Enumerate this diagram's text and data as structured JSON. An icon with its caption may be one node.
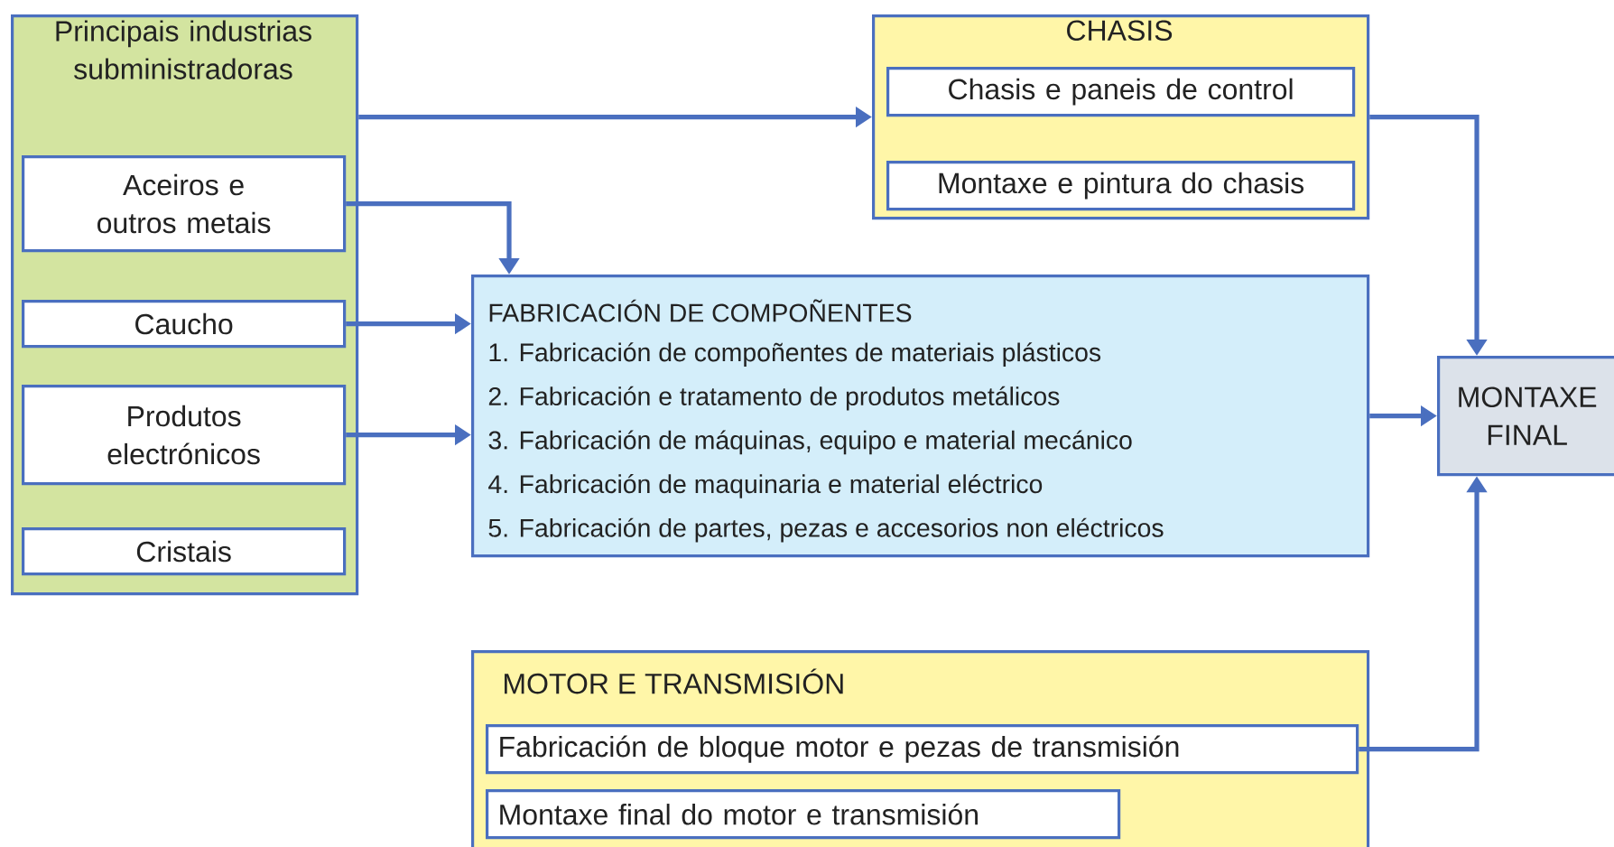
{
  "diagram": {
    "nodes": [
      {
        "text": [
          "Principais industrias subministradoras"
        ]
      },
      {
        "text": [
          "Aceiros e outros metais"
        ],
        "in": 0
      },
      {
        "text": [
          "Caucho"
        ],
        "in": 0
      },
      {
        "text": [
          "Produtos electrónicos"
        ],
        "in": 0
      },
      {
        "text": [
          "Cristais"
        ],
        "in": 0
      },
      {
        "text": [
          "CHASIS"
        ]
      },
      {
        "text": [
          "Chasis e paneis de control"
        ],
        "in": 5
      },
      {
        "text": [
          "Montaxe e pintura do chasis"
        ],
        "in": 5
      },
      {
        "text": [
          "FABRICACIÓN DE COMPOÑENTES",
          "1. Fabricación de compoñentes de materiais plásticos",
          "2. Fabricación e tratamento de produtos metálicos",
          "3. Fabricación de máquinas, equipo e material mecánico",
          "4. Fabricación de maquinaria e material eléctrico",
          "5. Fabricación de partes, pezas e accesorios non eléctricos"
        ]
      },
      {
        "text": [
          "MONTAXE FINAL"
        ]
      },
      {
        "text": [
          "MOTOR E TRANSMISIÓN"
        ]
      },
      {
        "text": [
          "Fabricación de bloque motor e pezas de transmisión"
        ],
        "in": 10
      },
      {
        "text": [
          "Montaxe final do motor e transmisión"
        ],
        "in": 10
      }
    ],
    "edges": [
      {
        "from": 0,
        "to": 5,
        "arrow": "to"
      },
      {
        "from": 1,
        "to": 8,
        "arrow": "to"
      },
      {
        "from": 2,
        "to": 8,
        "arrow": "to"
      },
      {
        "from": 3,
        "to": 8,
        "arrow": "to"
      },
      {
        "from": 5,
        "to": 9,
        "arrow": "to"
      },
      {
        "from": 8,
        "to": 9,
        "arrow": "to"
      },
      {
        "from": 11,
        "to": 9,
        "arrow": "to"
      }
    ]
  }
}
